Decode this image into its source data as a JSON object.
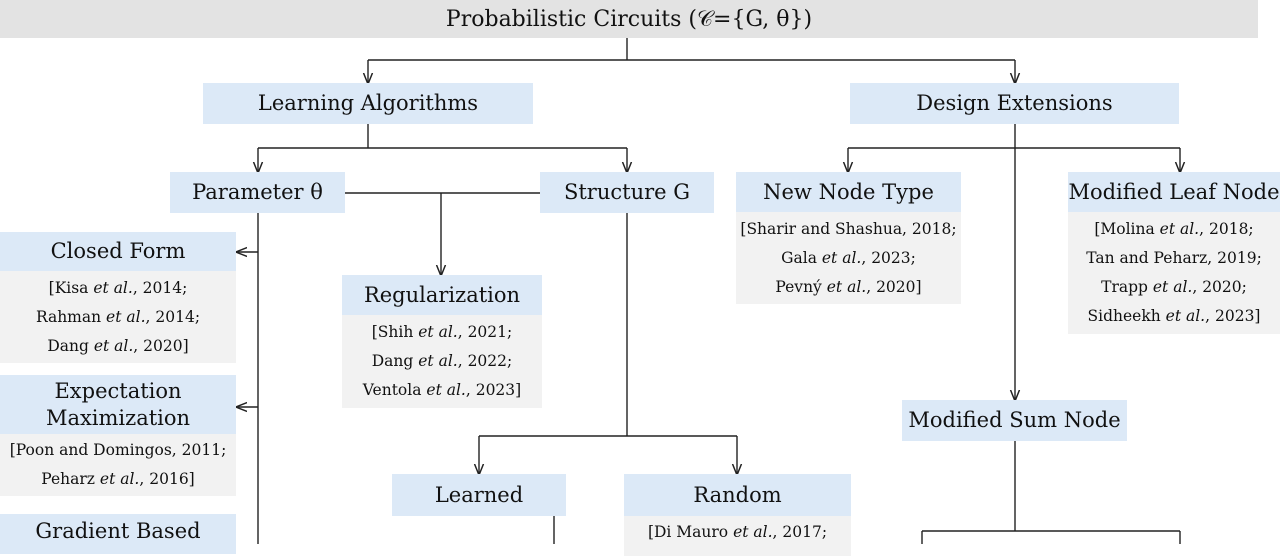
{
  "root": {
    "text": "Probabilistic Circuits (𝒞={G, θ})"
  },
  "learning": {
    "title": "Learning Algorithms"
  },
  "design": {
    "title": "Design Extensions"
  },
  "parameter": {
    "title": "Parameter θ"
  },
  "structure": {
    "title": "Structure G"
  },
  "closed_form": {
    "title": "Closed Form",
    "refs": [
      {
        "pre": "[Kisa ",
        "it": "et al.",
        "post": ", 2014;"
      },
      {
        "pre": "Rahman ",
        "it": "et al.",
        "post": ", 2014;"
      },
      {
        "pre": "Dang ",
        "it": "et al.",
        "post": ", 2020]"
      }
    ]
  },
  "em": {
    "title_line1": "Expectation",
    "title_line2": "Maximization",
    "refs": [
      {
        "pre": "[Poon and Domingos, 2011;",
        "it": "",
        "post": ""
      },
      {
        "pre": "Peharz ",
        "it": "et al.",
        "post": ", 2016]"
      }
    ]
  },
  "gradient": {
    "title": "Gradient Based"
  },
  "regularization": {
    "title": "Regularization",
    "refs": [
      {
        "pre": "[Shih ",
        "it": "et al.",
        "post": ", 2021;"
      },
      {
        "pre": "Dang ",
        "it": "et al.",
        "post": ", 2022;"
      },
      {
        "pre": "Ventola ",
        "it": "et al.",
        "post": ", 2023]"
      }
    ]
  },
  "learned": {
    "title": "Learned"
  },
  "random": {
    "title": "Random",
    "refs": [
      {
        "pre": "[Di Mauro ",
        "it": "et al.",
        "post": ", 2017;"
      }
    ]
  },
  "new_node": {
    "title": "New Node Type",
    "refs": [
      {
        "pre": "[Sharir and Shashua, 2018;",
        "it": "",
        "post": ""
      },
      {
        "pre": "Gala ",
        "it": "et al.",
        "post": ", 2023;"
      },
      {
        "pre": "Pevný ",
        "it": "et al.",
        "post": ", 2020]"
      }
    ]
  },
  "leaf_node": {
    "title": "Modified Leaf Node",
    "refs": [
      {
        "pre": "[Molina ",
        "it": "et al.",
        "post": ", 2018;"
      },
      {
        "pre": "Tan and Peharz, 2019;",
        "it": "",
        "post": ""
      },
      {
        "pre": "Trapp ",
        "it": "et al.",
        "post": ", 2020;"
      },
      {
        "pre": "Sidheekh ",
        "it": "et al.",
        "post": ", 2023]"
      }
    ]
  },
  "sum_node": {
    "title": "Modified Sum Node"
  },
  "colors": {
    "header_fill": "#dce9f7",
    "ref_fill": "#f2f2f2",
    "root_fill": "#e3e3e3",
    "line": "#222222"
  }
}
